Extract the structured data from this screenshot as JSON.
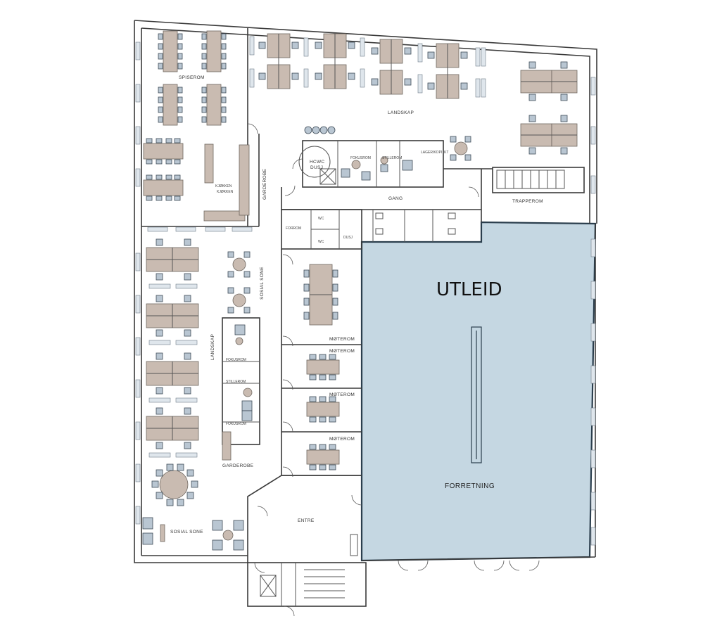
{
  "rental": {
    "status_label": "UTLEID",
    "area_label": "FORRETNING",
    "fill_color": "#c5d7e2"
  },
  "rooms": {
    "spiserom": "SPISEROM",
    "kjokken": "KJØKKEN",
    "kjokken_sub": "KJØKKEN",
    "garderobe_top": "GARDEROBE",
    "landskap_top": "LANDSKAP",
    "hcwc": "HCWC",
    "dusj_top": "DUSJ",
    "fokusrom_a": "FOKUSROM",
    "stillerom": "STILLEROM",
    "lager_ikt": "LAGER/KOPI IKT",
    "gang": "GANG",
    "trapperom": "TRAPPEROM",
    "forrom": "FORROM",
    "wc_a": "WC",
    "wc_b": "WC",
    "dusj_mid": "DUSJ",
    "sosial_sone_mid": "SOSIAL SONE",
    "landskap_left": "LANDSKAP",
    "moterom_1": "MØTEROM",
    "moterom_2": "MØTEROM",
    "moterom_3": "MØTEROM",
    "moterom_4": "MØTEROM",
    "fokusrom_b": "FOKUSROM",
    "stillerom_b": "STILLEROM",
    "fokusrom_c": "FOKUSROM",
    "garderobe_bottom": "GARDEROBE",
    "entre": "ENTRE",
    "sosial_sone_bottom": "SOSIAL SONE"
  }
}
